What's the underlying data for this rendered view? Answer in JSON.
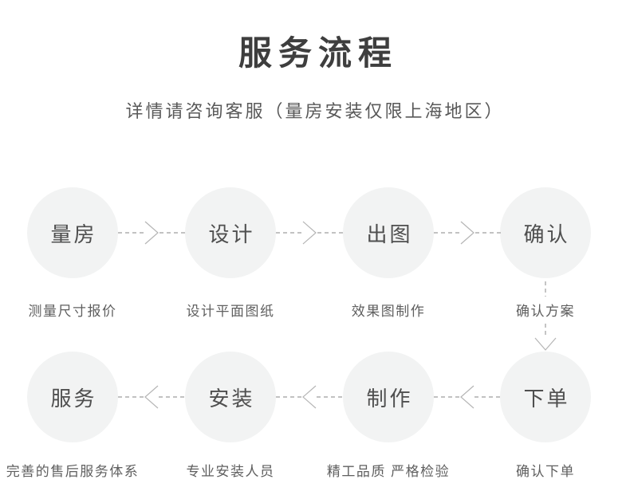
{
  "page": {
    "title": "服务流程",
    "subtitle": "详情请咨询客服（量房安装仅限上海地区）"
  },
  "flow": {
    "top_row": {
      "direction": "left-to-right",
      "steps": [
        {
          "name": "量房",
          "caption": "测量尺寸报价"
        },
        {
          "name": "设计",
          "caption": "设计平面图纸"
        },
        {
          "name": "出图",
          "caption": "效果图制作"
        },
        {
          "name": "确认",
          "caption": "确认方案"
        }
      ]
    },
    "bottom_row": {
      "direction": "right-to-left",
      "steps": [
        {
          "name": "服务",
          "caption": "完善的售后服务体系"
        },
        {
          "name": "安装",
          "caption": "专业安装人员"
        },
        {
          "name": "制作",
          "caption": "精工品质 严格检验"
        },
        {
          "name": "下单",
          "caption": "确认下单"
        }
      ]
    },
    "connector": "确认 to 下单 vertical arrow"
  },
  "colors": {
    "title": "#3e3e3e",
    "subtitle": "#595959",
    "circle_bg": "#f2f3f3",
    "circle_text": "#4f4f4f",
    "caption_text": "#5f5f5f",
    "dash": "#9e9e9e",
    "chevron": "#b5b5b5"
  }
}
